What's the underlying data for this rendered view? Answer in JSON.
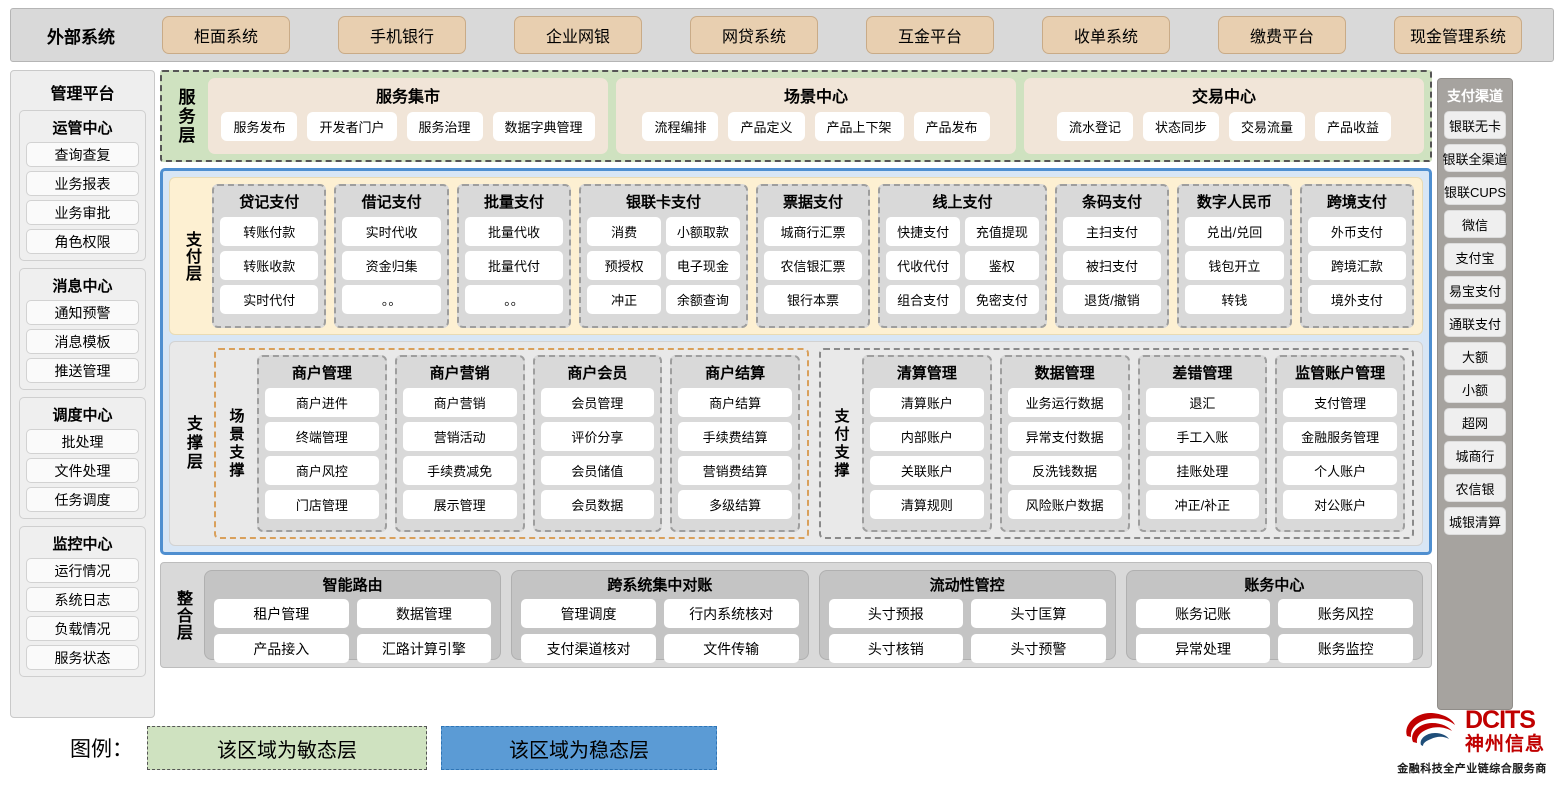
{
  "external": {
    "title": "外部系统",
    "items": [
      "柜面系统",
      "手机银行",
      "企业网银",
      "网贷系统",
      "互金平台",
      "收单系统",
      "缴费平台",
      "现金管理系统"
    ]
  },
  "management": {
    "title": "管理平台",
    "groups": [
      {
        "title": "运管中心",
        "items": [
          "查询查复",
          "业务报表",
          "业务审批",
          "角色权限"
        ]
      },
      {
        "title": "消息中心",
        "items": [
          "通知预警",
          "消息模板",
          "推送管理"
        ]
      },
      {
        "title": "调度中心",
        "items": [
          "批处理",
          "文件处理",
          "任务调度"
        ]
      },
      {
        "title": "监控中心",
        "items": [
          "运行情况",
          "系统日志",
          "负载情况",
          "服务状态"
        ]
      }
    ]
  },
  "channels": {
    "title": "支付渠道",
    "items": [
      "银联无卡",
      "银联全渠道",
      "银联CUPS",
      "微信",
      "支付宝",
      "易宝支付",
      "通联支付",
      "大额",
      "小额",
      "超网",
      "城商行",
      "农信银",
      "城银清算"
    ]
  },
  "service_layer": {
    "label": "服务层",
    "cards": [
      {
        "title": "服务集市",
        "items": [
          "服务发布",
          "开发者门户",
          "服务治理",
          "数据字典管理"
        ]
      },
      {
        "title": "场景中心",
        "items": [
          "流程编排",
          "产品定义",
          "产品上下架",
          "产品发布"
        ]
      },
      {
        "title": "交易中心",
        "items": [
          "流水登记",
          "状态同步",
          "交易流量",
          "产品收益"
        ]
      }
    ]
  },
  "payment_layer": {
    "label": "支付层",
    "columns": [
      {
        "title": "贷记支付",
        "cols": 1,
        "items": [
          "转账付款",
          "转账收款",
          "实时代付"
        ]
      },
      {
        "title": "借记支付",
        "cols": 1,
        "items": [
          "实时代收",
          "资金归集",
          "。。"
        ]
      },
      {
        "title": "批量支付",
        "cols": 1,
        "items": [
          "批量代收",
          "批量代付",
          "。。"
        ]
      },
      {
        "title": "银联卡支付",
        "cols": 2,
        "items": [
          "消费",
          "小额取款",
          "预授权",
          "电子现金",
          "冲正",
          "余额查询"
        ]
      },
      {
        "title": "票据支付",
        "cols": 1,
        "items": [
          "城商行汇票",
          "农信银汇票",
          "银行本票"
        ]
      },
      {
        "title": "线上支付",
        "cols": 2,
        "items": [
          "快捷支付",
          "充值提现",
          "代收代付",
          "鉴权",
          "组合支付",
          "免密支付"
        ]
      },
      {
        "title": "条码支付",
        "cols": 1,
        "items": [
          "主扫支付",
          "被扫支付",
          "退货/撤销"
        ]
      },
      {
        "title": "数字人民币",
        "cols": 1,
        "items": [
          "兑出/兑回",
          "钱包开立",
          "转钱"
        ]
      },
      {
        "title": "跨境支付",
        "cols": 1,
        "items": [
          "外币支付",
          "跨境汇款",
          "境外支付"
        ]
      }
    ]
  },
  "support_layer": {
    "label": "支撑层",
    "zones": [
      {
        "label": "场景支撑",
        "style": "agile",
        "columns": [
          {
            "title": "商户管理",
            "items": [
              "商户进件",
              "终端管理",
              "商户风控",
              "门店管理"
            ]
          },
          {
            "title": "商户营销",
            "items": [
              "商户营销",
              "营销活动",
              "手续费减免",
              "展示管理"
            ]
          },
          {
            "title": "商户会员",
            "items": [
              "会员管理",
              "评价分享",
              "会员储值",
              "会员数据"
            ]
          },
          {
            "title": "商户结算",
            "items": [
              "商户结算",
              "手续费结算",
              "营销费结算",
              "多级结算"
            ]
          }
        ]
      },
      {
        "label": "支付支撑",
        "style": "stable",
        "columns": [
          {
            "title": "清算管理",
            "items": [
              "清算账户",
              "内部账户",
              "关联账户",
              "清算规则"
            ]
          },
          {
            "title": "数据管理",
            "items": [
              "业务运行数据",
              "异常支付数据",
              "反洗钱数据",
              "风险账户数据"
            ]
          },
          {
            "title": "差错管理",
            "items": [
              "退汇",
              "手工入账",
              "挂账处理",
              "冲正/补正"
            ]
          },
          {
            "title": "监管账户管理",
            "items": [
              "支付管理",
              "金融服务管理",
              "个人账户",
              "对公账户"
            ]
          }
        ]
      }
    ]
  },
  "integration_layer": {
    "label": "整合层",
    "cards": [
      {
        "title": "智能路由",
        "items": [
          "租户管理",
          "数据管理",
          "产品接入",
          "汇路计算引擎"
        ]
      },
      {
        "title": "跨系统集中对账",
        "items": [
          "管理调度",
          "行内系统核对",
          "支付渠道核对",
          "文件传输"
        ]
      },
      {
        "title": "流动性管控",
        "items": [
          "头寸预报",
          "头寸匡算",
          "头寸核销",
          "头寸预警"
        ]
      },
      {
        "title": "账务中心",
        "items": [
          "账务记账",
          "账务风控",
          "异常处理",
          "账务监控"
        ]
      }
    ]
  },
  "legend": {
    "label": "图例：",
    "agile": "该区域为敏态层",
    "stable": "该区域为稳态层",
    "agile_color": "#cfe2c0",
    "stable_color": "#5b9bd5"
  },
  "logo": {
    "en": "DCITS",
    "cn": "神州信息",
    "tagline": "金融科技全产业链综合服务商",
    "color": "#c00000"
  }
}
